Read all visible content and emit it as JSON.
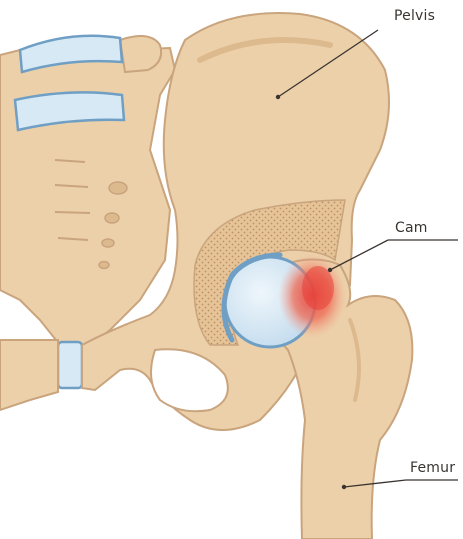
{
  "labels": {
    "pelvis": "Pelvis",
    "cam": "Cam",
    "femur": "Femur"
  },
  "colors": {
    "bone_fill": "#ecd0a9",
    "bone_outline": "#c9a47d",
    "bone_shade": "#ddba8e",
    "cartilage_fill": "#d7e9f5",
    "cartilage_outline": "#6f9fc4",
    "cam_highlight": "#ec5a4a",
    "leader_line": "#3a3430"
  },
  "icons": {
    "figure": "hip-joint-illustration"
  }
}
